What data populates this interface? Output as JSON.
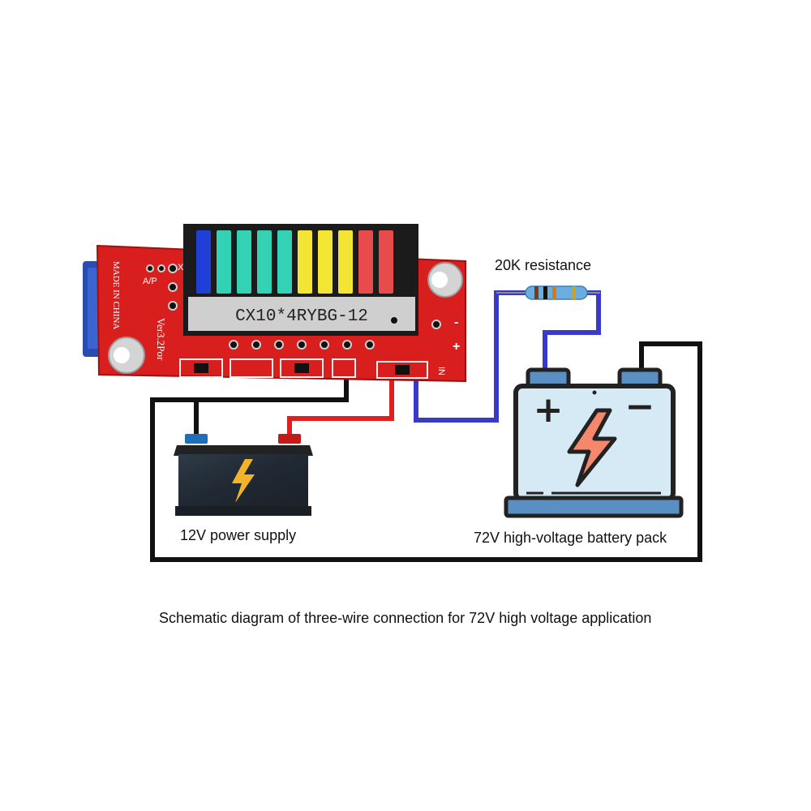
{
  "board": {
    "display_text": "CX10*4RYBG-12",
    "side_text_1": "MADE IN CHINA",
    "side_text_2": "Ver3.2Por",
    "pin_label": "A/P",
    "pin_label_2": "X",
    "in_label": "IN",
    "minus_label": "-",
    "plus_label": "+",
    "segment_colors": [
      "#1f3fd6",
      "#33d2b4",
      "#33d2b4",
      "#33d2b4",
      "#33d2b4",
      "#f2e534",
      "#f2e534",
      "#f2e534",
      "#e84b4b",
      "#e84b4b"
    ]
  },
  "resistor": {
    "label": "20K resistance"
  },
  "supply": {
    "label": "12V power supply",
    "icon": "lightning-bolt-icon"
  },
  "battery_pack": {
    "label": "72V high-voltage battery pack",
    "plus_symbol": "+",
    "minus_symbol": "−",
    "icon": "lightning-bolt-icon"
  },
  "wires": {
    "black": "#111111",
    "red": "#e02020",
    "blue": "#3a3ac8"
  },
  "caption": "Schematic diagram of three-wire connection for 72V high voltage application"
}
